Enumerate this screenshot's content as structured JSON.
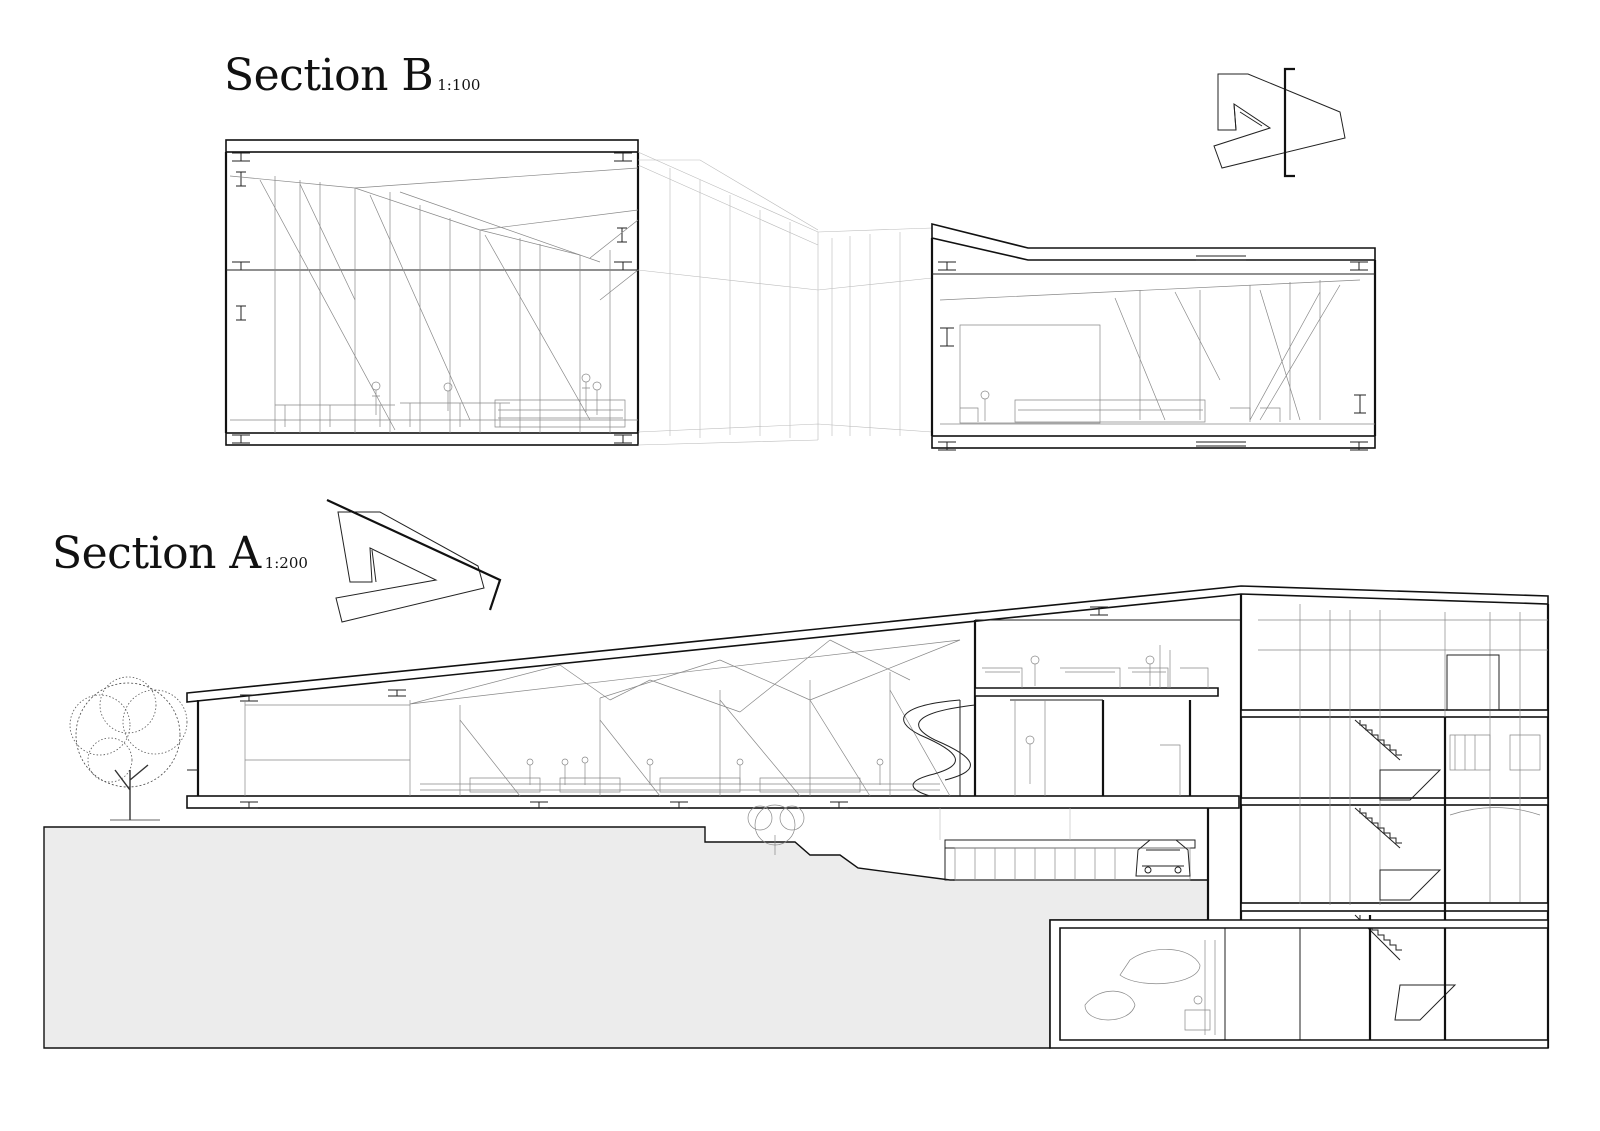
{
  "section_b": {
    "title": "Section B",
    "scale": "1:100"
  },
  "section_a": {
    "title": "Section A",
    "scale": "1:200"
  },
  "colors": {
    "ink": "#111111",
    "ground_fill": "#ececec",
    "background": "#ffffff"
  },
  "icons": [
    "key-plan-icon",
    "tree-icon",
    "car-icon"
  ]
}
